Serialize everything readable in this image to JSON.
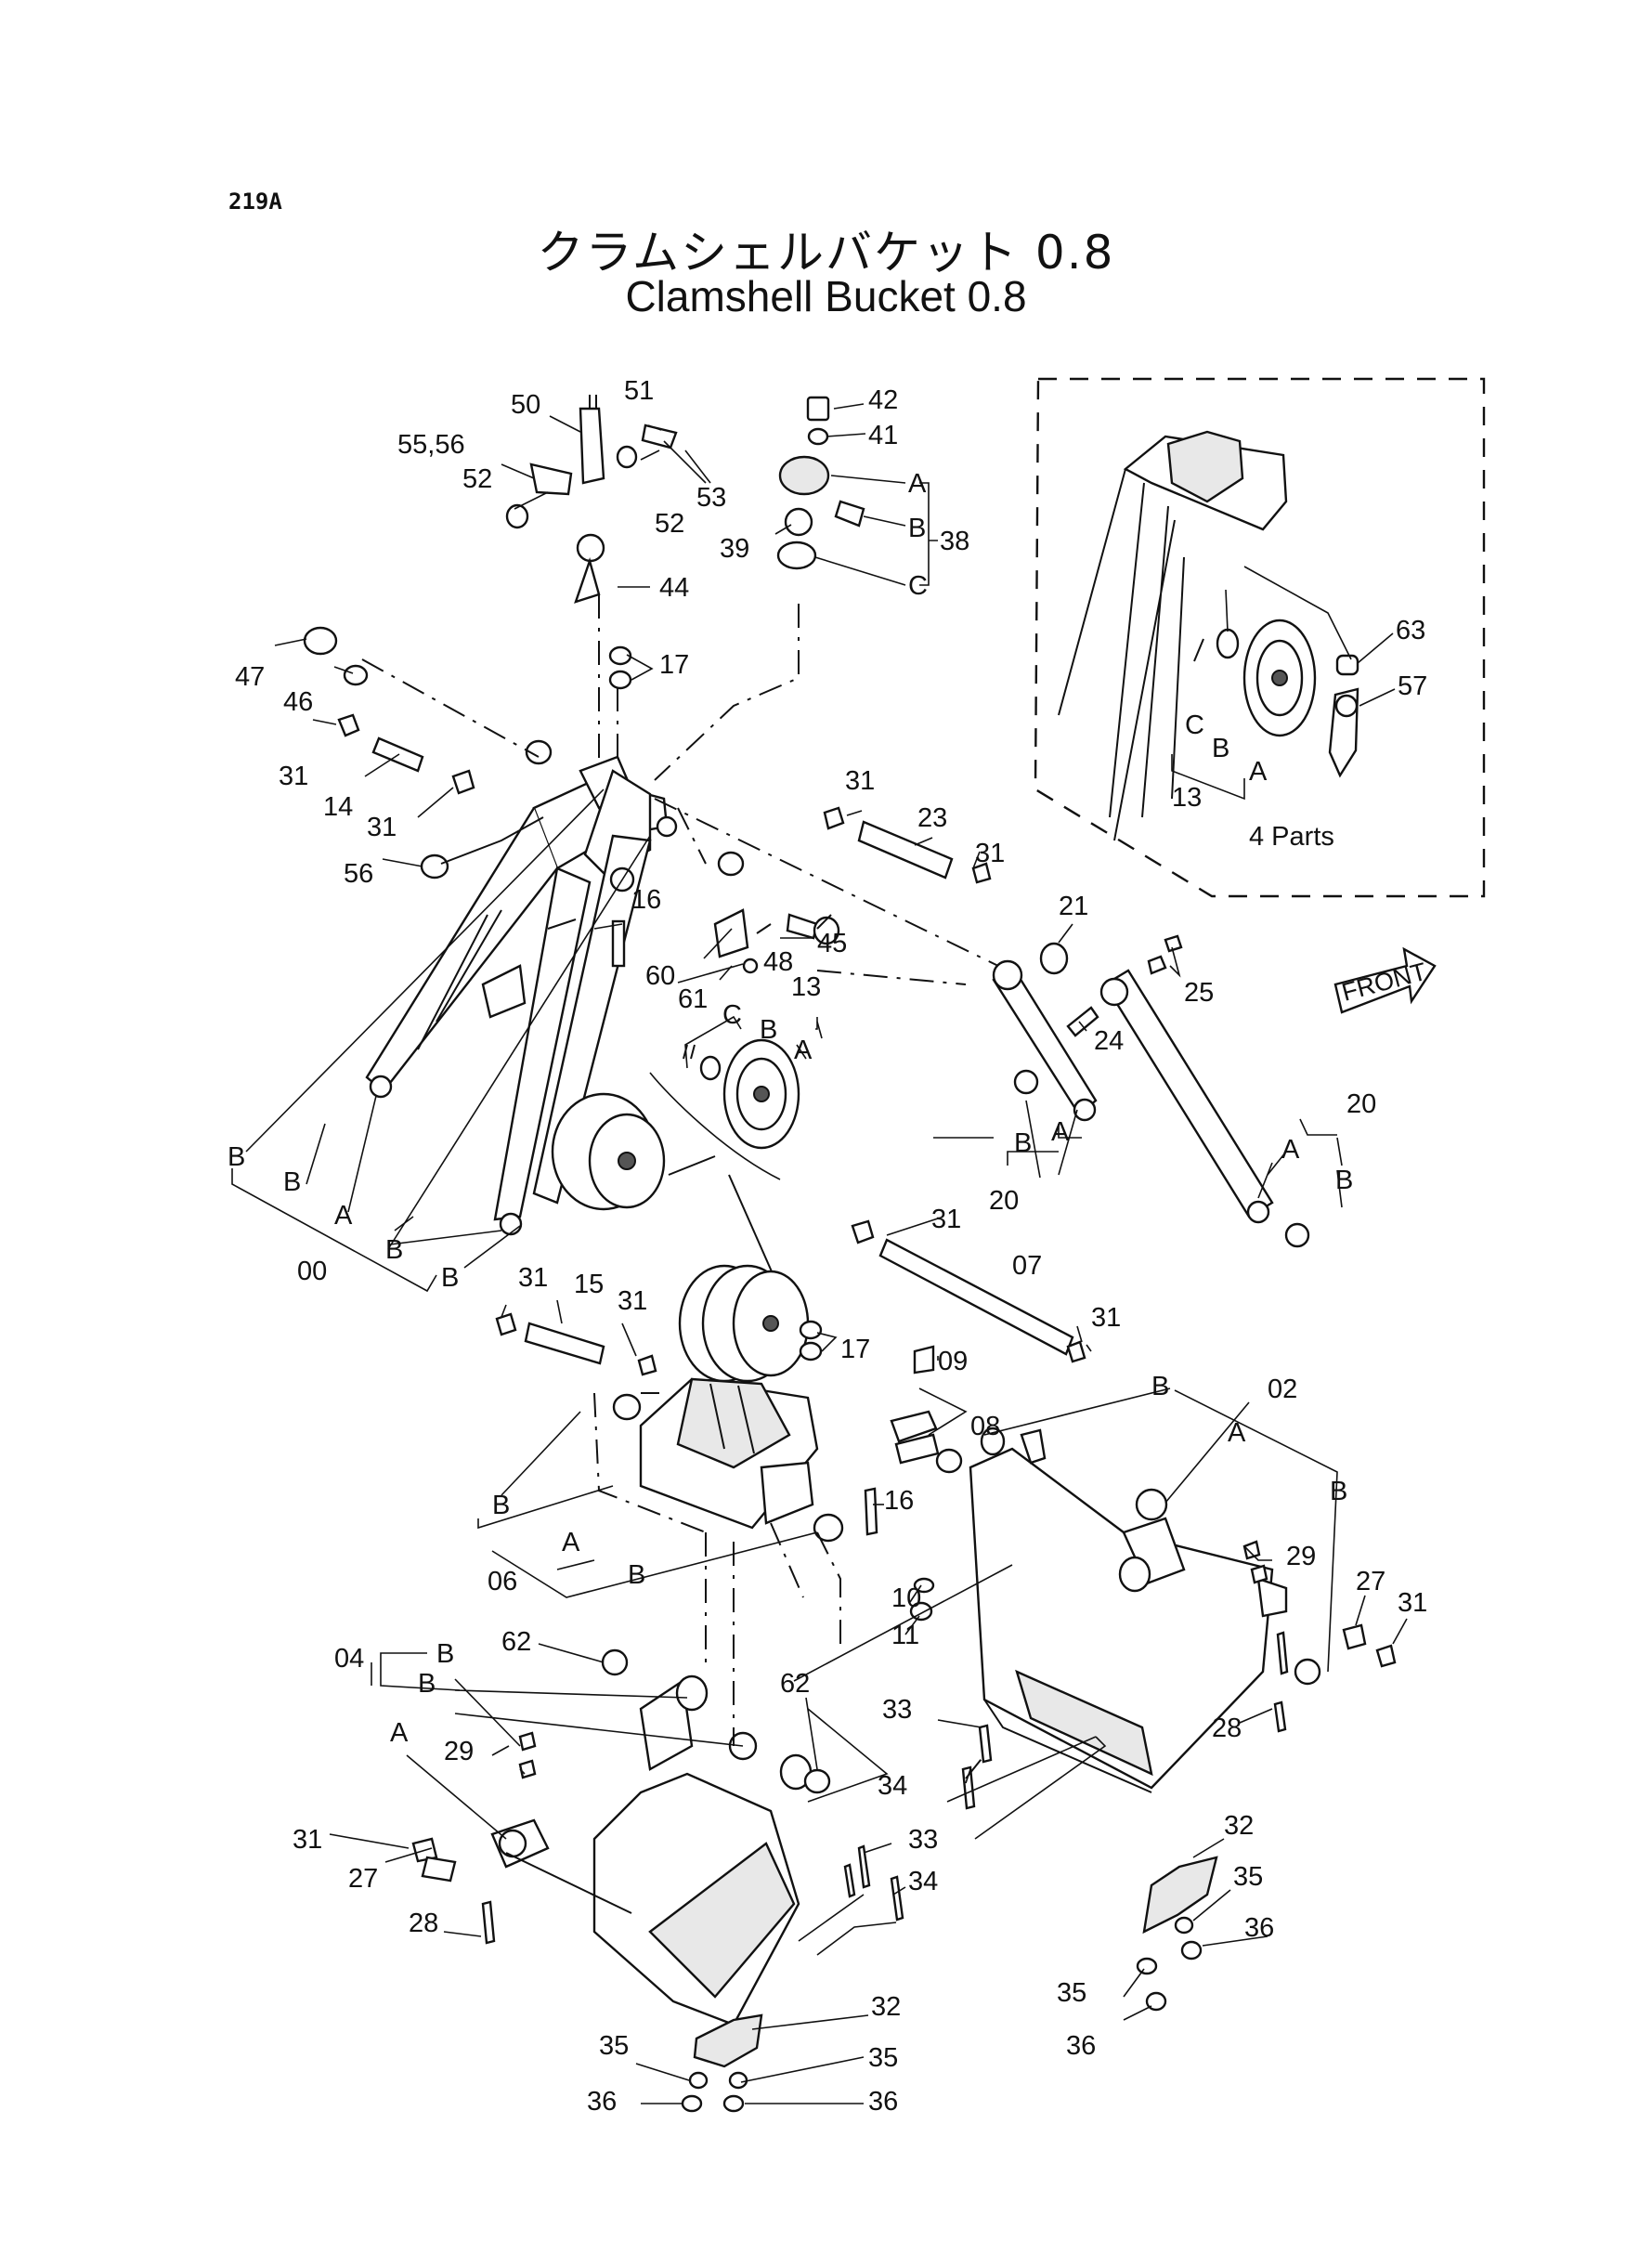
{
  "header": {
    "page_code": "219A",
    "title_jp": "クラムシェルバケット 0.8",
    "title_en": "Clamshell Bucket 0.8"
  },
  "inset": {
    "caption": "4 Parts"
  },
  "front_tag": "FRONT",
  "labels": {
    "l00": "00",
    "l02": "02",
    "l04": "04",
    "l06": "06",
    "l07": "07",
    "l08": "08",
    "l09": "09",
    "l10": "10",
    "l11": "11",
    "l13a": "13",
    "l13b": "13",
    "l14": "14",
    "l15": "15",
    "l16a": "16",
    "l16b": "16",
    "l17a": "17",
    "l17b": "17",
    "l20a": "20",
    "l20b": "20",
    "l21": "21",
    "l23": "23",
    "l24": "24",
    "l25": "25",
    "l27a": "27",
    "l27b": "27",
    "l28a": "28",
    "l28b": "28",
    "l29a": "29",
    "l29b": "29",
    "l31a": "31",
    "l31b": "31",
    "l31c": "31",
    "l31d": "31",
    "l31e": "31",
    "l31f": "31",
    "l31g": "31",
    "l31h": "31",
    "l31i": "31",
    "l31j": "31",
    "l32a": "32",
    "l32b": "32",
    "l33a": "33",
    "l33b": "33",
    "l34a": "34",
    "l34b": "34",
    "l35a": "35",
    "l35b": "35",
    "l35c": "35",
    "l35d": "35",
    "l36a": "36",
    "l36b": "36",
    "l36c": "36",
    "l36d": "36",
    "l38": "38",
    "l39": "39",
    "l41": "41",
    "l42": "42",
    "l44": "44",
    "l45": "45",
    "l46": "46",
    "l47": "47",
    "l48": "48",
    "l50": "50",
    "l51": "51",
    "l52a": "52",
    "l52b": "52",
    "l53": "53",
    "l5556": "55,56",
    "l56": "56",
    "l57": "57",
    "l60": "60",
    "l61": "61",
    "l62a": "62",
    "l62b": "62",
    "l63": "63",
    "A": "A",
    "B": "B",
    "C": "C"
  }
}
